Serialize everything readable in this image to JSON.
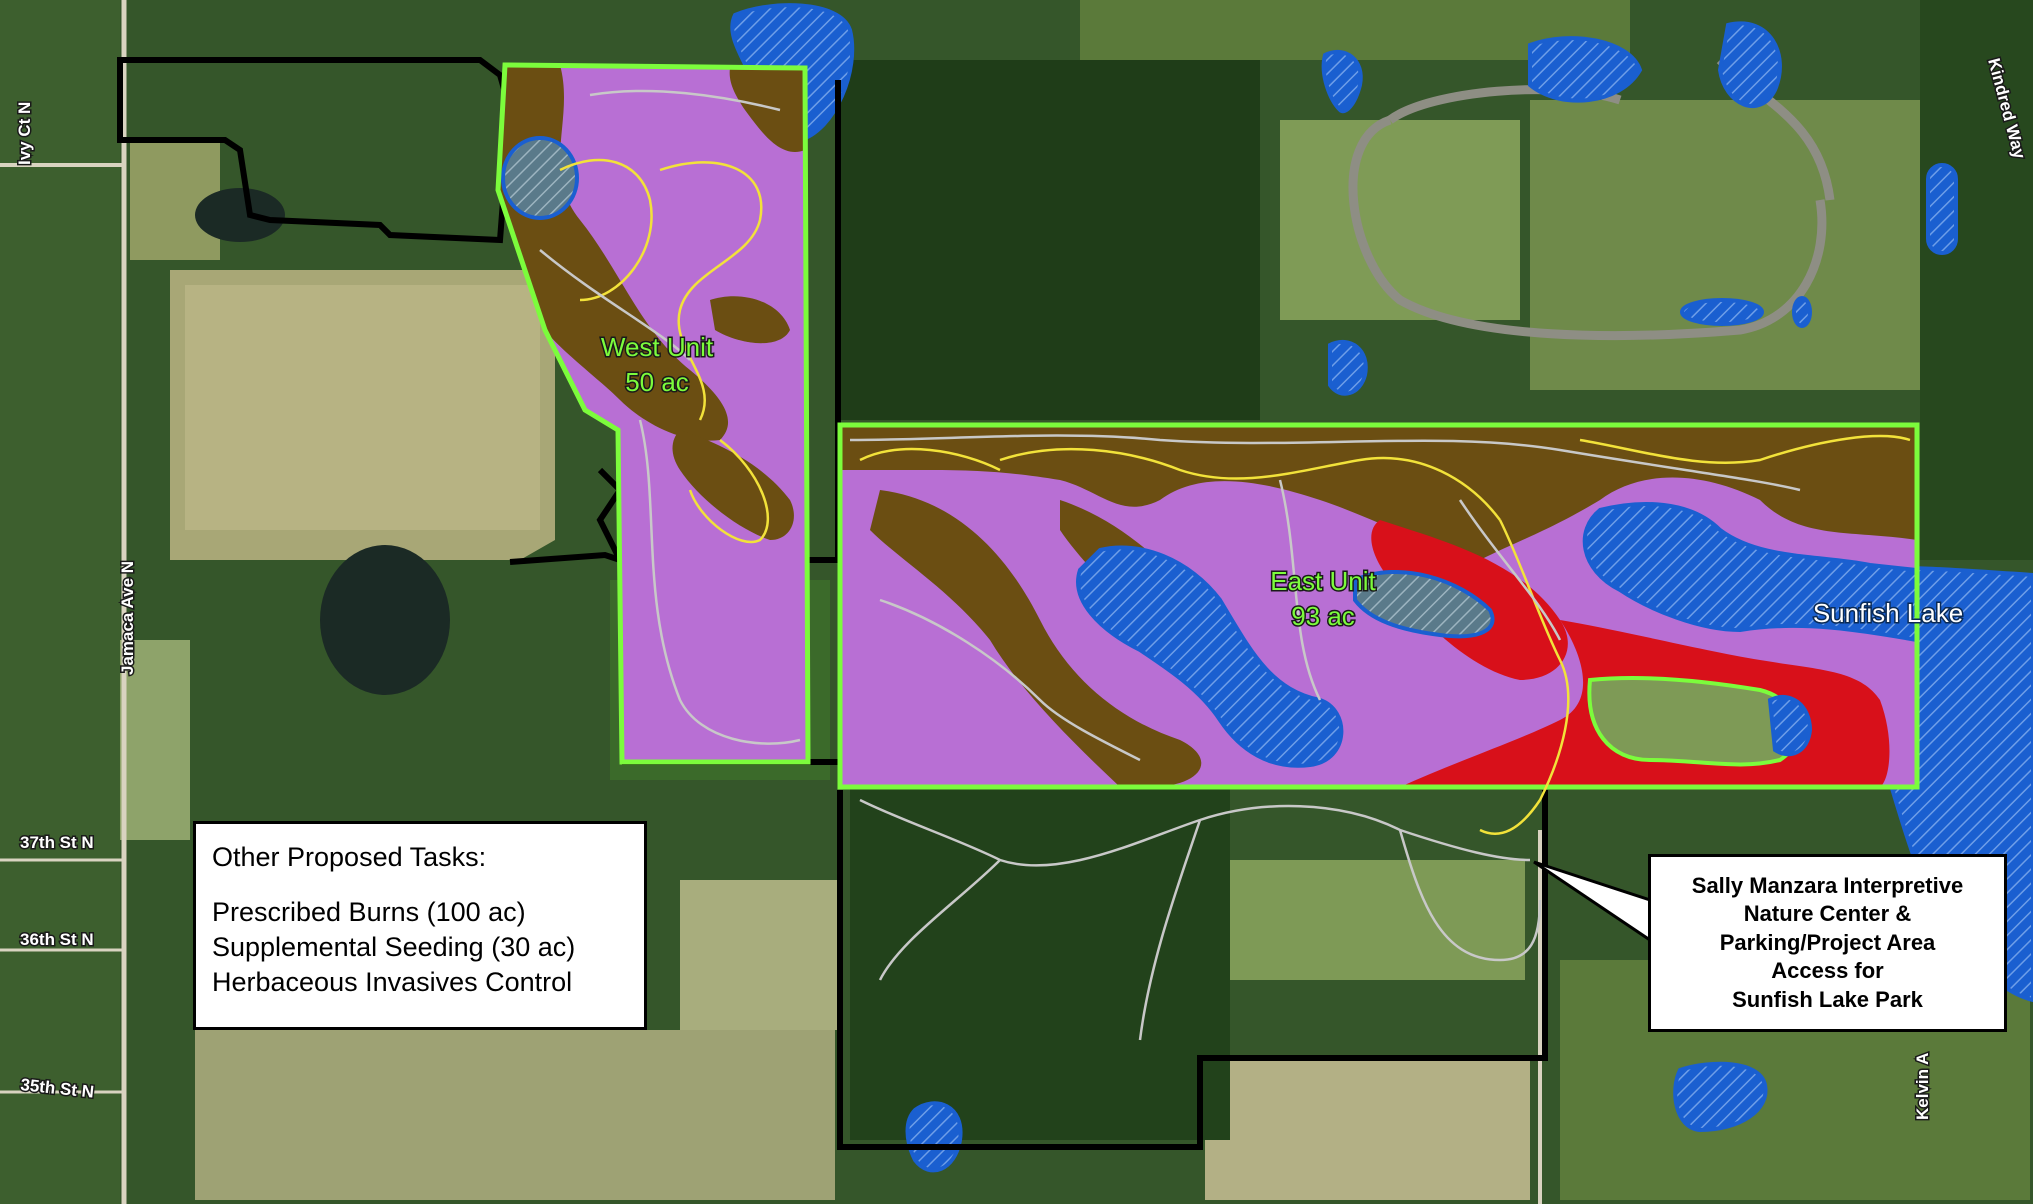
{
  "roads": {
    "ivy_ct": "Ivy Ct N",
    "jamaca_ave": "Jamaca Ave N",
    "st37": "37th St N",
    "st36": "36th St N",
    "st35": "35th St N",
    "kindred_way": "Kindred Way",
    "kelvin_ave": "Kelvin A"
  },
  "units": {
    "west": {
      "name": "West Unit",
      "area": "50 ac"
    },
    "east": {
      "name": "East Unit",
      "area": "93 ac"
    }
  },
  "lake": {
    "name": "Sunfish Lake"
  },
  "tasks": {
    "title": "Other Proposed Tasks:",
    "items": [
      "Prescribed Burns (100 ac)",
      "Supplemental Seeding (30 ac)",
      "Herbaceous Invasives Control"
    ]
  },
  "callout": {
    "lines": [
      "Sally Manzara Interpretive",
      "Nature Center &",
      "Parking/Project Area",
      "Access for",
      "Sunfish Lake Park"
    ]
  },
  "colors": {
    "prairie": "#b86fd4",
    "brush": "#6b4e12",
    "invasive": "#d8101a",
    "water": "#1a5fd0",
    "unit_outline": "#7CFC3C",
    "boundary": "#000000",
    "trail": "#c8c8c8",
    "yellow_line": "#f2e23a"
  }
}
